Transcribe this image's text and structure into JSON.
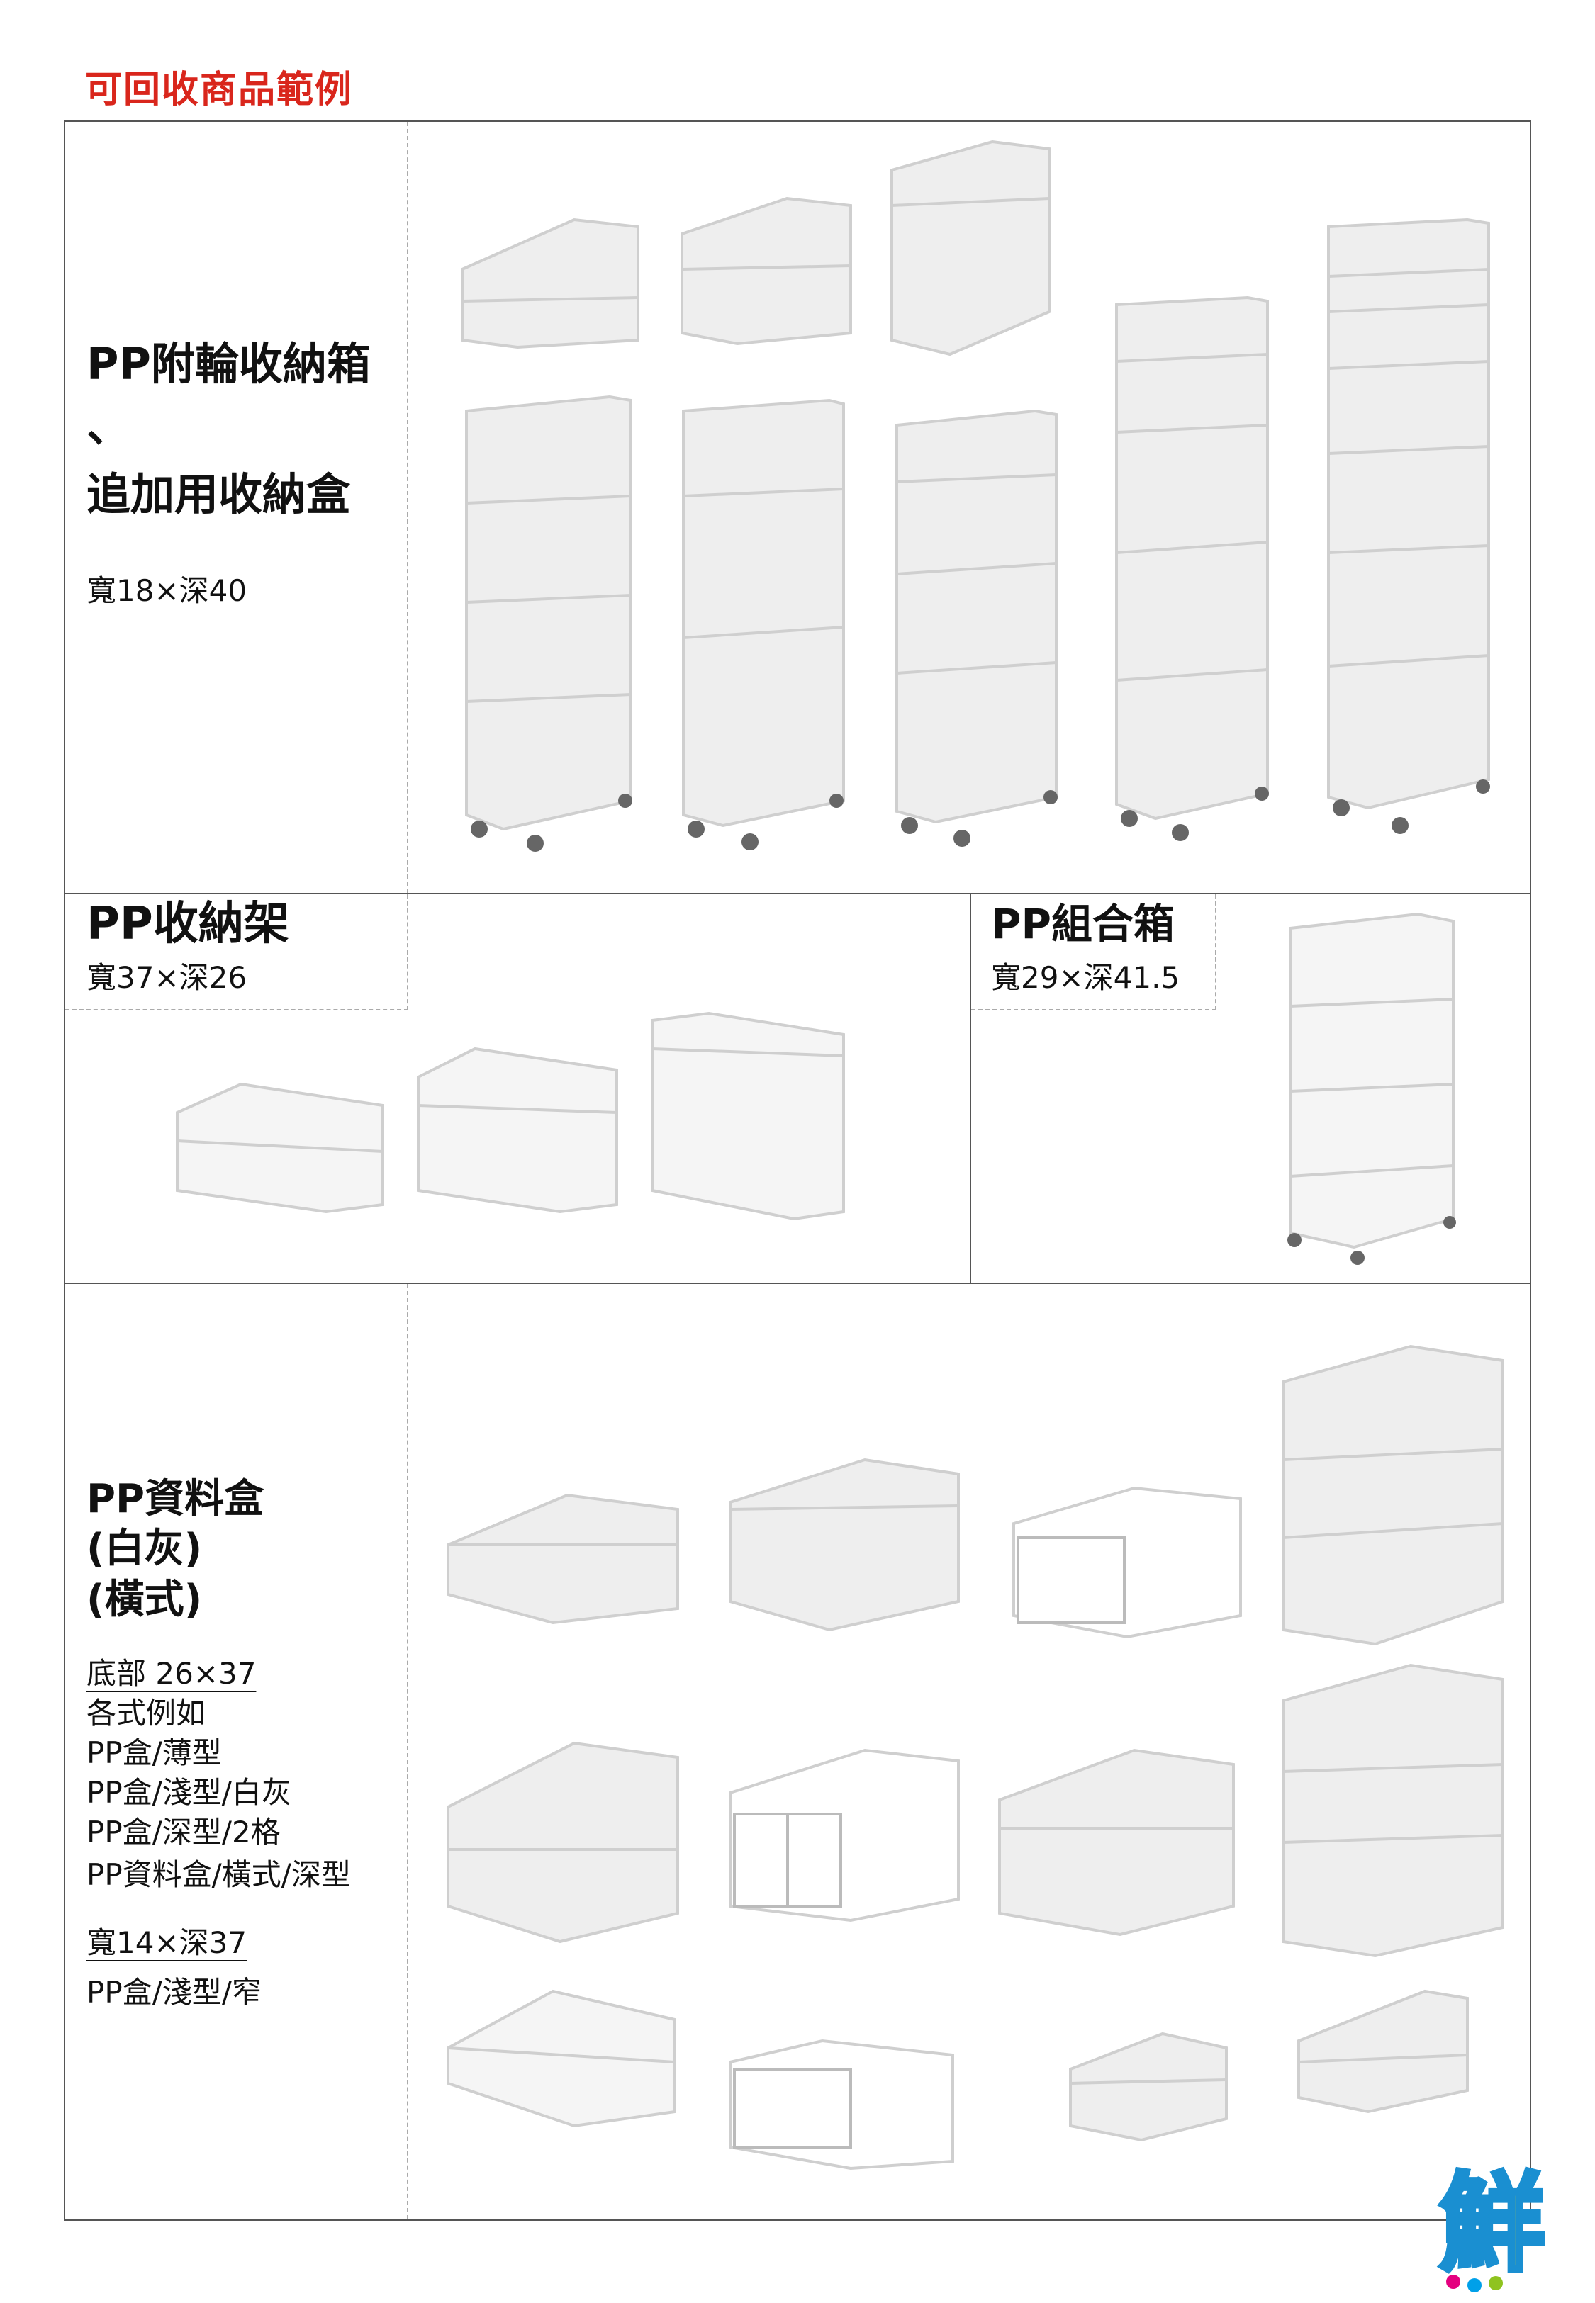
{
  "page": {
    "title": "可回收商品範例"
  },
  "sections": {
    "wheel_storage": {
      "title_line1": "PP附輪收納箱",
      "title_line2": "、",
      "title_line3": "追加用收納盒",
      "dims": "寬18×深40"
    },
    "storage_rack": {
      "title": "PP收納架",
      "dims": "寬37×深26"
    },
    "combo_box": {
      "title": "PP組合箱",
      "dims": "寬29×深41.5"
    },
    "file_box": {
      "title_line1": "PP資料盒",
      "title_line2": "(白灰)",
      "title_line3": "(橫式)",
      "base_label": "底部 26×37",
      "examples_intro": "各式例如",
      "examples": [
        "PP盒/薄型",
        "PP盒/淺型/白灰",
        "PP盒/深型/2格",
        "PP資料盒/橫式/深型"
      ],
      "narrow_label": "寬14×深37",
      "narrow_item": "PP盒/淺型/窄"
    }
  },
  "logo": {
    "text": "鮮",
    "icon": "fresh-logo-icon"
  },
  "colors": {
    "title_red": "#d9261c",
    "product_fill": "#eeeeee",
    "product_edge": "#cfcfcf",
    "white_box": "#ffffff",
    "wheel": "#666666"
  }
}
